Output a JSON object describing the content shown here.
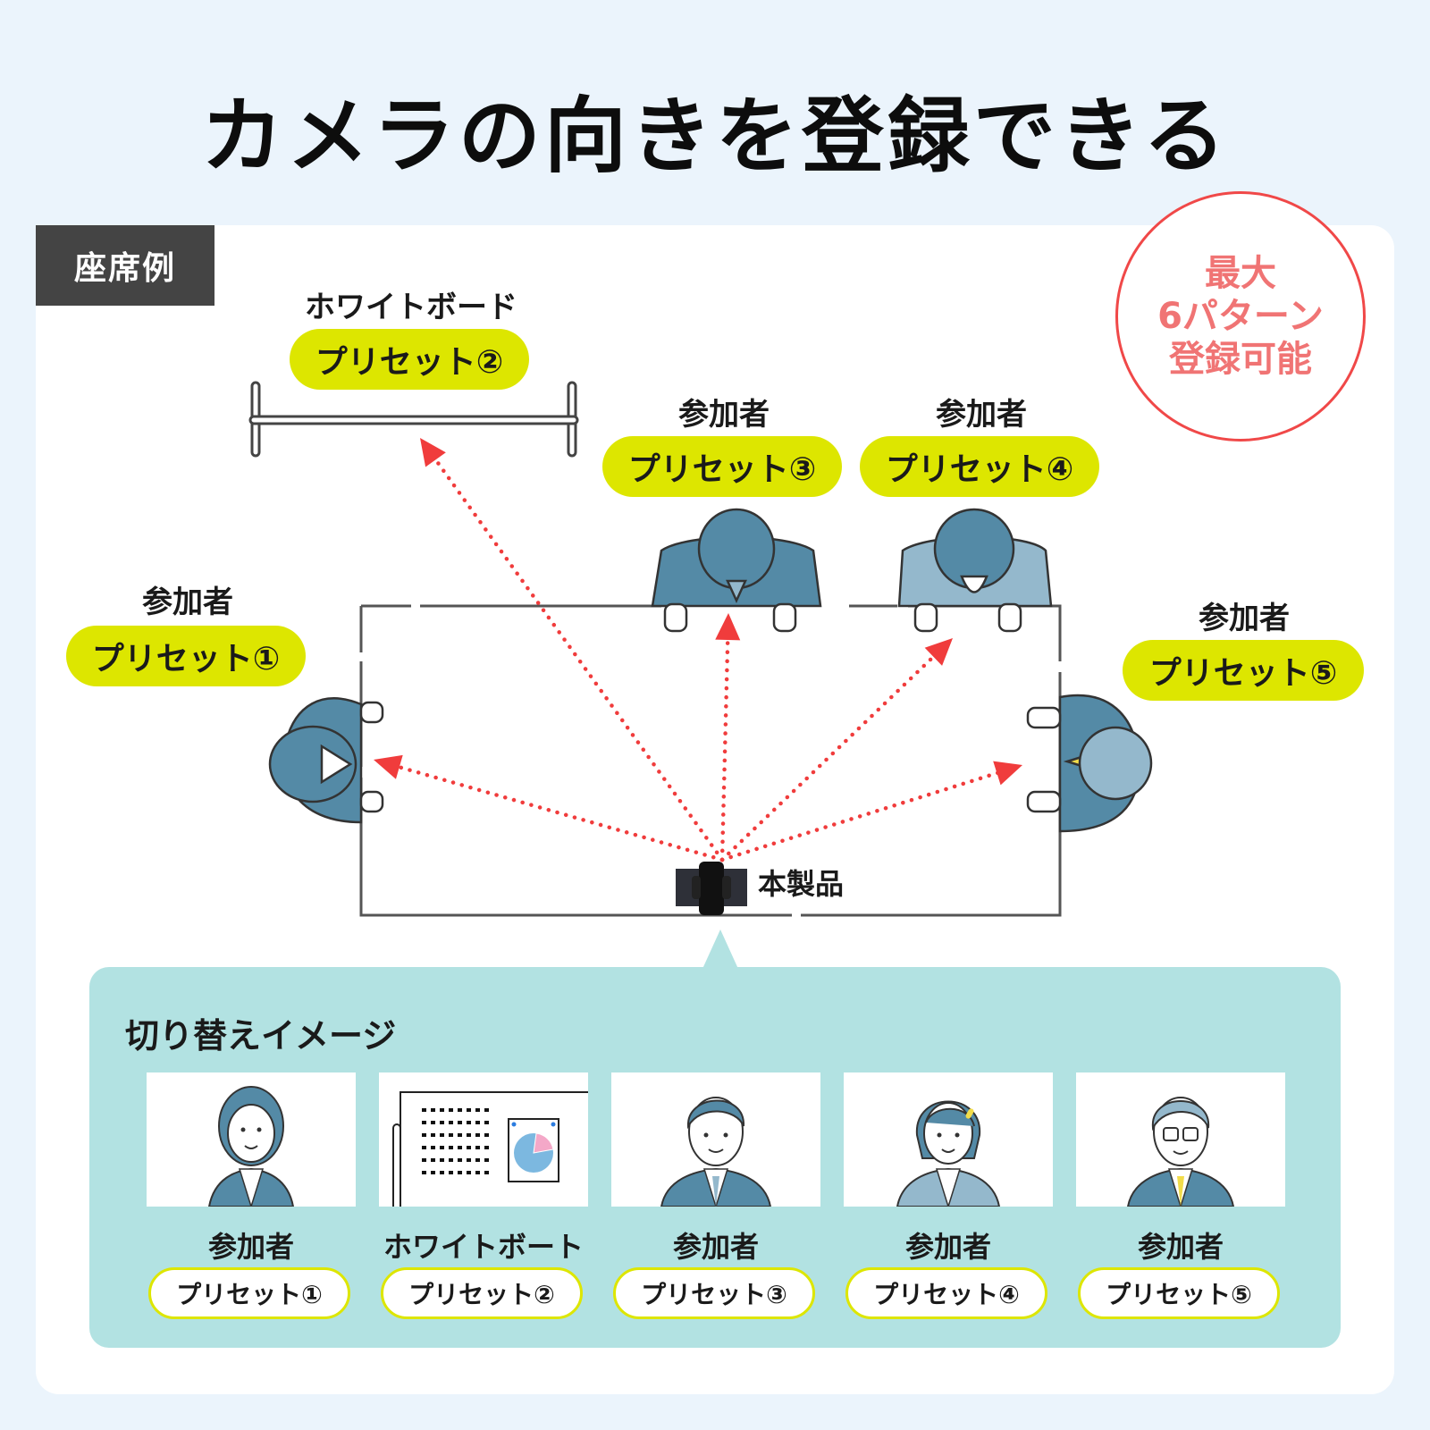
{
  "title": "カメラの向きを登録できる",
  "seat_tag": "座席例",
  "badge": {
    "line1": "最大",
    "line2": "6パターン",
    "line3": "登録可能"
  },
  "colors": {
    "background": "#ebf4fc",
    "pill": "#dde600",
    "arrow": "#f03c3c",
    "badge_border": "#f04848",
    "badge_text": "#f07474",
    "panel": "#b2e2e2",
    "suit_dark": "#548aa6",
    "suit_light": "#94b8cc"
  },
  "layout_labels": {
    "whiteboard": {
      "label": "ホワイトボード",
      "preset": "プリセット②"
    },
    "seats": [
      {
        "label": "参加者",
        "preset": "プリセット①"
      },
      {
        "label": "参加者",
        "preset": "プリセット③"
      },
      {
        "label": "参加者",
        "preset": "プリセット④"
      },
      {
        "label": "参加者",
        "preset": "プリセット⑤"
      }
    ],
    "product": "本製品"
  },
  "switch_image": {
    "title": "切り替えイメージ",
    "items": [
      {
        "label": "参加者",
        "preset": "プリセット①",
        "icon": "woman-participant"
      },
      {
        "label": "ホワイトボート",
        "preset": "プリセット②",
        "icon": "whiteboard"
      },
      {
        "label": "参加者",
        "preset": "プリセット③",
        "icon": "young-man-participant"
      },
      {
        "label": "参加者",
        "preset": "プリセット④",
        "icon": "woman-participant-light"
      },
      {
        "label": "参加者",
        "preset": "プリセット⑤",
        "icon": "senior-man-participant"
      }
    ]
  }
}
